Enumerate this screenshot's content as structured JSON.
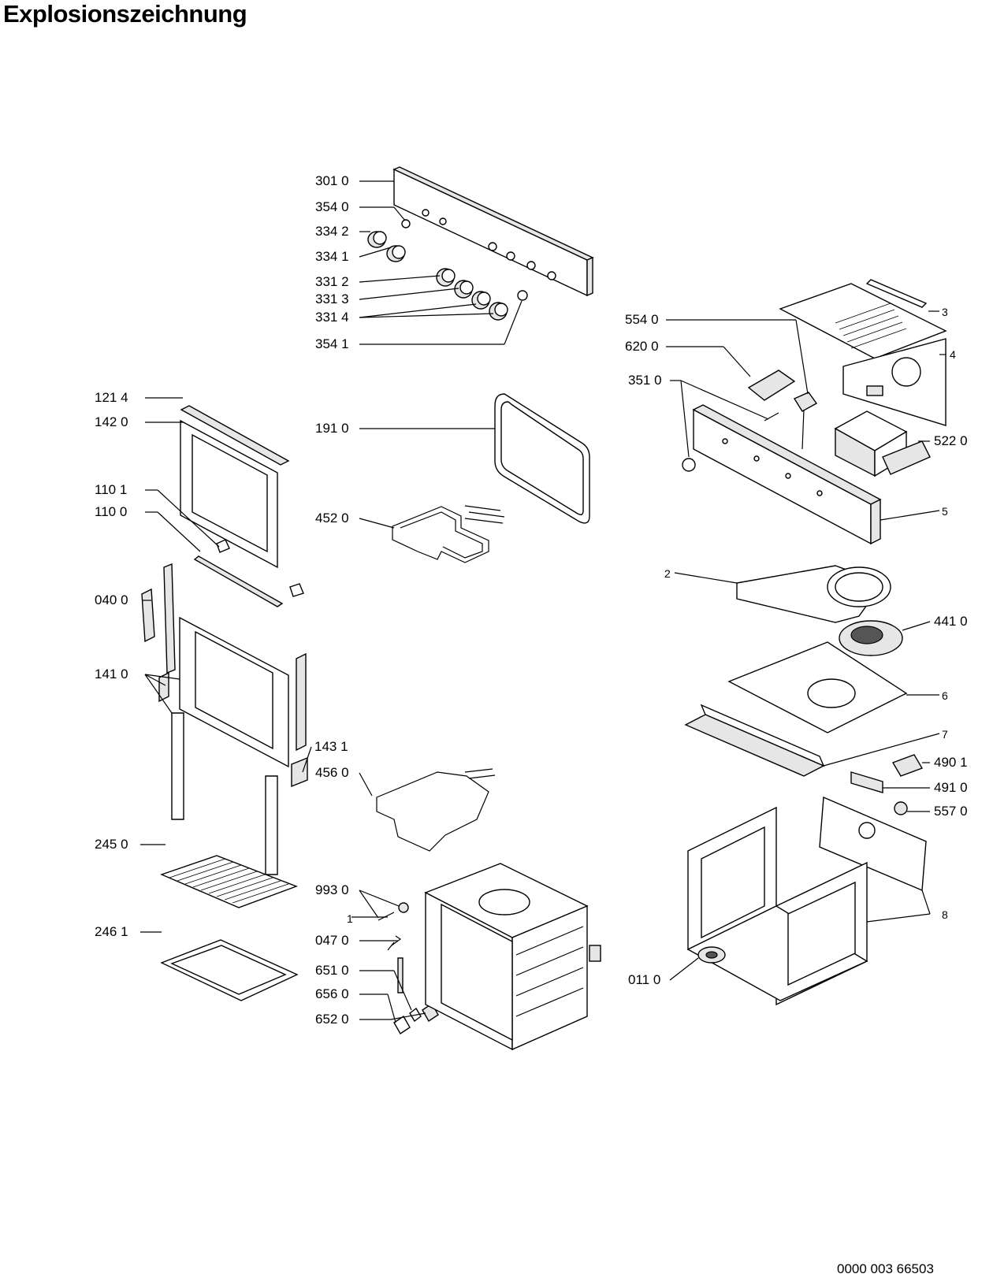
{
  "title": "Explosionszeichnung",
  "footer_code": "0000 003 66503",
  "labels": {
    "p3010": "301 0",
    "p3540": "354 0",
    "p3342": "334 2",
    "p3341": "334 1",
    "p3312": "331 2",
    "p3313": "331 3",
    "p3314": "331 4",
    "p3541": "354 1",
    "p1214": "121 4",
    "p1420": "142 0",
    "p1910": "191 0",
    "p1101": "110 1",
    "p1100": "110 0",
    "p4520": "452 0",
    "p0400": "040 0",
    "p1410": "141 0",
    "p1431": "143 1",
    "p4560": "456 0",
    "p2450": "245 0",
    "p9930": "993 0",
    "p1": "1",
    "p2461": "246 1",
    "p0470": "047 0",
    "p6510": "651 0",
    "p6560": "656 0",
    "p6520": "652 0",
    "p5540": "554 0",
    "p6200": "620 0",
    "p3510": "351 0",
    "p3": "3",
    "p4": "4",
    "p5220": "522 0",
    "p5": "5",
    "p2": "2",
    "p4410": "441 0",
    "p6": "6",
    "p7": "7",
    "p4901": "490 1",
    "p4910": "491 0",
    "p5570": "557 0",
    "p8": "8",
    "p0110": "011 0"
  }
}
